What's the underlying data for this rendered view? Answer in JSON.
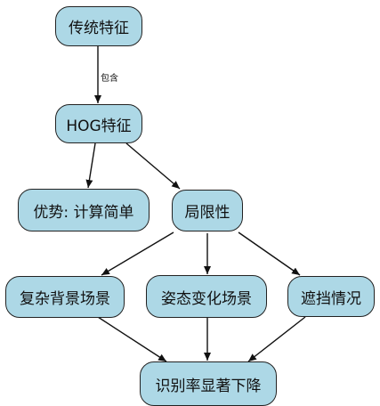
{
  "nodes": {
    "traditional": "传统特征",
    "hog": "HOG特征",
    "advantage": "优势: 计算简单",
    "limitation": "局限性",
    "complex_bg": "复杂背景场景",
    "pose_change": "姿态变化场景",
    "occlusion": "遮挡情况",
    "accuracy_drop": "识别率显著下降"
  },
  "edges": {
    "contains_label": "包含"
  }
}
